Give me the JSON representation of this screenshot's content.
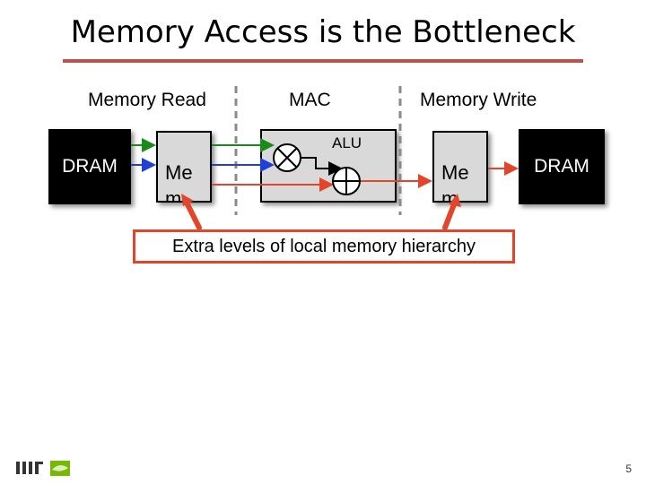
{
  "title": "Memory Access is the Bottleneck",
  "stages": {
    "read": "Memory Read",
    "mac": "MAC",
    "write": "Memory Write"
  },
  "blocks": {
    "dram_left": "DRAM",
    "mem_left": "Me m",
    "alu": "ALU",
    "mem_right": "Me m",
    "dram_right": "DRAM"
  },
  "callout": "Extra levels of local memory hierarchy",
  "page_number": "5",
  "colors": {
    "accent": "#c0504d",
    "callout_border": "#e2452a",
    "wire_green": "#1a8a1a",
    "wire_blue": "#1f3fd6",
    "wire_red": "#e2452a"
  },
  "icons": [
    "multiply-icon",
    "add-icon",
    "mit-logo-icon",
    "nvidia-logo-icon"
  ]
}
